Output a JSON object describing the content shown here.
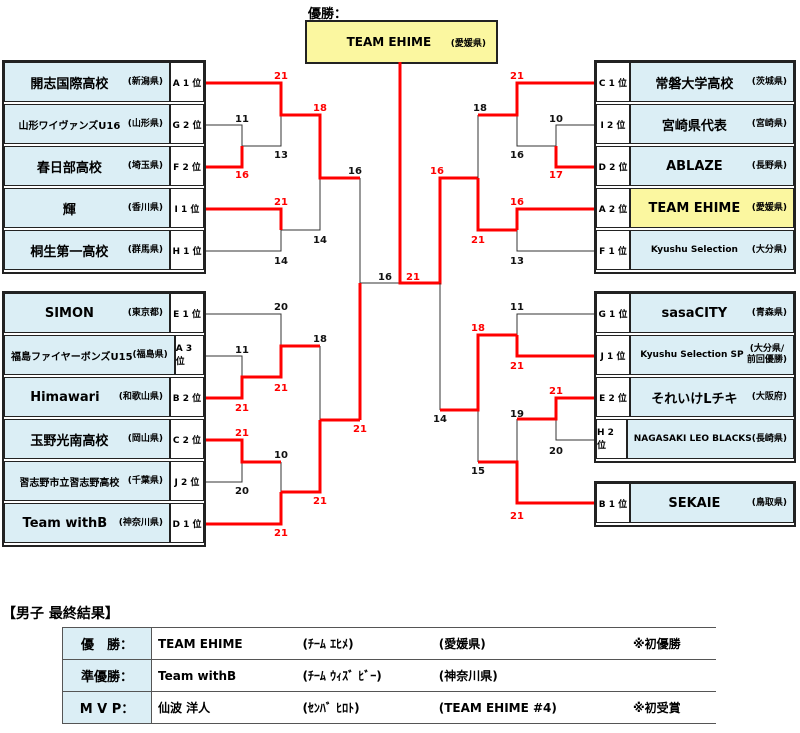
{
  "champion": {
    "label": "優勝：",
    "team": "TEAM EHIME",
    "pref": "(愛媛県)"
  },
  "left_top": [
    {
      "name": "開志国際高校",
      "pref": "(新潟県)",
      "rank": "A 1 位"
    },
    {
      "name": "山形ワイヴァンズU16",
      "pref": "(山形県)",
      "rank": "G 2 位"
    },
    {
      "name": "春日部高校",
      "pref": "(埼玉県)",
      "rank": "F 2 位"
    },
    {
      "name": "輝",
      "pref": "(香川県)",
      "rank": "I 1 位"
    },
    {
      "name": "桐生第一高校",
      "pref": "(群馬県)",
      "rank": "H 1 位"
    }
  ],
  "left_bottom": [
    {
      "name": "SIMON",
      "pref": "(東京都)",
      "rank": "E 1 位"
    },
    {
      "name": "福島ファイヤーボンズU15",
      "pref": "(福島県)",
      "rank": "A 3 位"
    },
    {
      "name": "Himawari",
      "pref": "(和歌山県)",
      "rank": "B 2 位"
    },
    {
      "name": "玉野光南高校",
      "pref": "(岡山県)",
      "rank": "C 2 位"
    },
    {
      "name": "習志野市立習志野高校",
      "pref": "(千葉県)",
      "rank": "J 2 位"
    },
    {
      "name": "Team withB",
      "pref": "(神奈川県)",
      "rank": "D 1 位"
    }
  ],
  "right_top": [
    {
      "name": "常磐大学高校",
      "pref": "(茨城県)",
      "rank": "C 1 位"
    },
    {
      "name": "宮崎県代表",
      "pref": "(宮崎県)",
      "rank": "I 2 位"
    },
    {
      "name": "ABLAZE",
      "pref": "(長野県)",
      "rank": "D 2 位"
    },
    {
      "name": "TEAM EHIME",
      "pref": "(愛媛県)",
      "rank": "A 2 位"
    },
    {
      "name": "Kyushu Selection",
      "pref": "(大分県)",
      "rank": "F 1 位"
    }
  ],
  "right_bottom": [
    {
      "name": "sasaCITY",
      "pref": "(青森県)",
      "rank": "G 1 位"
    },
    {
      "name": "Kyushu Selection SP",
      "pref": "(大分県/\n前回優勝)",
      "rank": "J 1 位"
    },
    {
      "name": "それいけLチキ",
      "pref": "(大阪府)",
      "rank": "E 2 位"
    },
    {
      "name": "NAGASAKI LEO BLACKS",
      "pref": "(長崎県)",
      "rank": "H 2 位"
    },
    {
      "name": "SEKAIE",
      "pref": "(鳥取県)",
      "rank": "B 1 位"
    }
  ],
  "scores": [
    {
      "v": "21",
      "w": true
    },
    {
      "v": "11",
      "w": false
    },
    {
      "v": "16",
      "w": true
    },
    {
      "v": "18",
      "w": true
    },
    {
      "v": "13",
      "w": false
    },
    {
      "v": "16",
      "w": false
    },
    {
      "v": "21",
      "w": true
    },
    {
      "v": "14",
      "w": false
    },
    {
      "v": "14",
      "w": false
    },
    {
      "v": "16",
      "w": false
    },
    {
      "v": "21",
      "w": true
    },
    {
      "v": "21",
      "w": true
    },
    {
      "v": "18",
      "w": false
    },
    {
      "v": "10",
      "w": false
    },
    {
      "v": "16",
      "w": false
    },
    {
      "v": "17",
      "w": true
    },
    {
      "v": "16",
      "w": true
    },
    {
      "v": "16",
      "w": true
    },
    {
      "v": "21",
      "w": true
    },
    {
      "v": "13",
      "w": false
    },
    {
      "v": "20",
      "w": false
    },
    {
      "v": "11",
      "w": false
    },
    {
      "v": "18",
      "w": false
    },
    {
      "v": "21",
      "w": true
    },
    {
      "v": "21",
      "w": true
    },
    {
      "v": "21",
      "w": true
    },
    {
      "v": "21",
      "w": true
    },
    {
      "v": "10",
      "w": false
    },
    {
      "v": "20",
      "w": false
    },
    {
      "v": "21",
      "w": true
    },
    {
      "v": "21",
      "w": true
    },
    {
      "v": "11",
      "w": false
    },
    {
      "v": "18",
      "w": true
    },
    {
      "v": "21",
      "w": true
    },
    {
      "v": "14",
      "w": false
    },
    {
      "v": "21",
      "w": true
    },
    {
      "v": "19",
      "w": false
    },
    {
      "v": "20",
      "w": false
    },
    {
      "v": "15",
      "w": false
    },
    {
      "v": "21",
      "w": true
    }
  ],
  "results": {
    "title": "【男子  最終結果】",
    "rows": [
      {
        "label": "優　勝：",
        "team": "TEAM EHIME",
        "kana": "(ﾁｰﾑ  ｴﾋﾒ)",
        "pref": "(愛媛県)",
        "note": "※初優勝"
      },
      {
        "label": "準優勝：",
        "team": "Team withB",
        "kana": "(ﾁｰﾑ  ｳｨｽﾞ ﾋﾞｰ)",
        "pref": "(神奈川県)",
        "note": ""
      },
      {
        "label": "M V P：",
        "team": "仙波  洋人",
        "kana": "(ｾﾝﾊﾞ ﾋﾛﾄ)",
        "pref": "(TEAM EHIME #4)",
        "note": "※初受賞"
      }
    ]
  }
}
